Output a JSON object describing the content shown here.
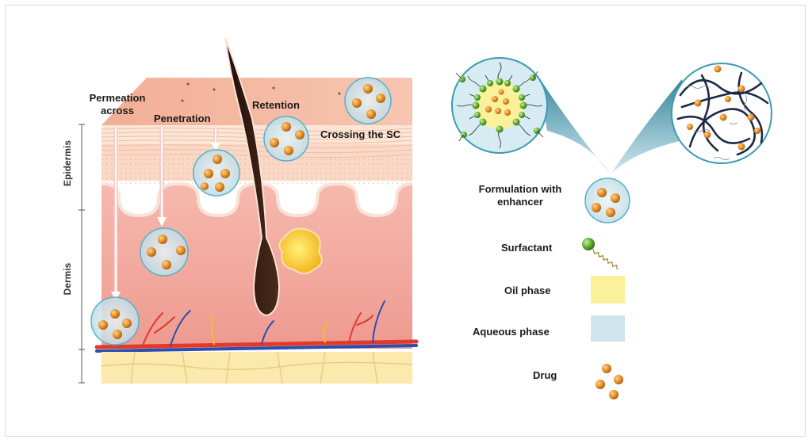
{
  "skin_labels": {
    "permeation_line1": "Permeation",
    "permeation_line2": "across",
    "penetration": "Penetration",
    "retention": "Retention",
    "crossing": "Crossing the SC"
  },
  "layer_labels": {
    "epidermis": "Epidermis",
    "dermis": "Dermis"
  },
  "legend": {
    "formulation_line1": "Formulation with",
    "formulation_line2": "enhancer",
    "surfactant": "Surfactant",
    "oil_phase": "Oil phase",
    "aqueous_phase": "Aqueous phase",
    "drug": "Drug"
  },
  "colors": {
    "skin_top": "#f4b7a0",
    "dermis": "#f2a69c",
    "fat": "#fbe9ad",
    "oil_phase": "#fbf19a",
    "aqueous_phase": "#cfe6ee",
    "drug": "#e8902a",
    "surfactant": "#5aa82a"
  }
}
